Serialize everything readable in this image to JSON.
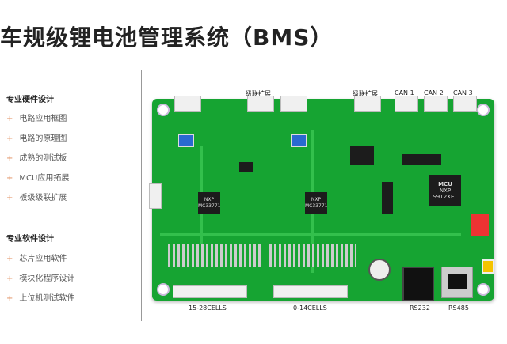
{
  "title": "车规级锂电池管理系统（BMS）",
  "hardware": {
    "heading": "专业硬件设计",
    "items": [
      "电路应用框图",
      "电路的原理图",
      "成熟的测试板",
      "MCU应用拓展",
      "板级级联扩展"
    ]
  },
  "software": {
    "heading": "专业软件设计",
    "items": [
      "芯片应用软件",
      "模块化程序设计",
      "上位机测试软件"
    ]
  },
  "board": {
    "top_labels": [
      "级联扩展",
      "级联扩展",
      "CAN 1",
      "CAN 2",
      "CAN 3"
    ],
    "bottom_labels": [
      "15-28CELLS",
      "0-14CELLS",
      "RS232",
      "RS485"
    ],
    "chips": [
      {
        "brand": "NXP",
        "model": "MC33771"
      },
      {
        "brand": "NXP",
        "model": "MC33771"
      },
      {
        "brand": "MCU",
        "vendor": "NXP",
        "model": "S912XET"
      }
    ]
  },
  "plus_icon": "+"
}
